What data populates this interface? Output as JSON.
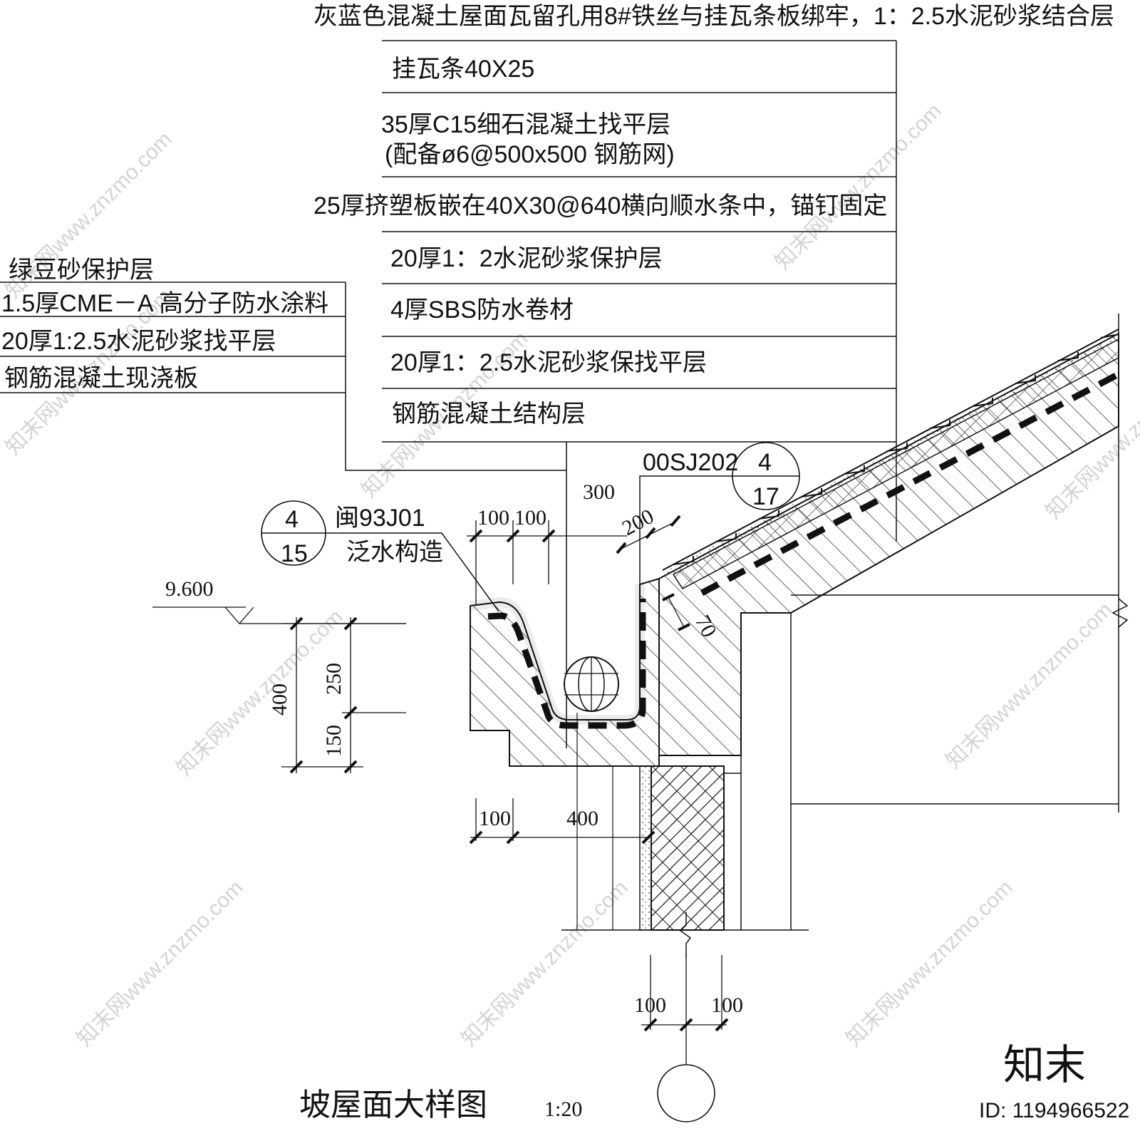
{
  "callouts_top": {
    "tile_binding": "灰蓝色混凝土屋面瓦留孔用8#铁丝与挂瓦条板绑牢，1：2.5水泥砂浆结合层",
    "batten": "挂瓦条40X25",
    "screed_line1": "35厚C15细石混凝土找平层",
    "screed_line2": "(配备ø6@500x500  钢筋网)",
    "xps": "25厚挤塑板嵌在40X30@640横向顺水条中，锚钉固定",
    "mortar_protect": "20厚1：2水泥砂浆保护层",
    "sbs": "4厚SBS防水卷材",
    "mortar_level": "20厚1：2.5水泥砂浆保找平层",
    "rc_structure": "钢筋混凝土结构层"
  },
  "callouts_left": {
    "mung_bean": "绿豆砂保护层",
    "cme": "1.5厚CME－A 高分子防水涂料",
    "mortar": "20厚1:2.5水泥砂浆找平层",
    "slab": "钢筋混凝土现浇板"
  },
  "refs": {
    "std_code": "00SJ202",
    "std_num": "4",
    "std_den": "17",
    "min_num": "4",
    "min_den": "15",
    "min_code": "闽93J01",
    "min_desc": "泛水构造"
  },
  "dimensions": {
    "elev": "9.600",
    "d300": "300",
    "d100a": "100",
    "d100b": "100",
    "d200": "200",
    "d70": "70",
    "d400v": "400",
    "d250": "250",
    "d150": "150",
    "d100c": "100",
    "d400h": "400",
    "d100d": "100",
    "d100e": "100"
  },
  "title": "坡屋面大样图",
  "scale": "1:20",
  "brand": {
    "logo": "知末",
    "id": "ID: 1194966522",
    "watermark": "知末网www.znzmo.com"
  }
}
